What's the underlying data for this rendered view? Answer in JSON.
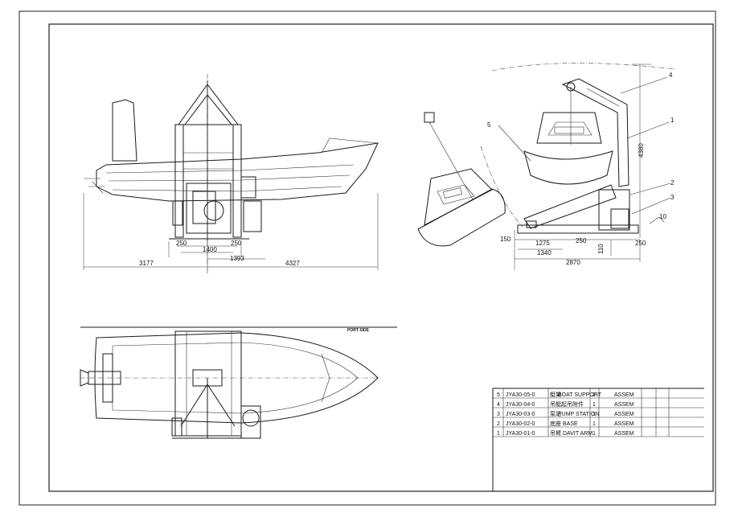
{
  "side_view": {
    "dims": {
      "d1": "250",
      "d2": "1400",
      "d3": "250",
      "d4": "1393",
      "d5": "3177",
      "d6": "4327"
    }
  },
  "end_view": {
    "dims": {
      "d1": "150",
      "d2": "1275",
      "d3": "250",
      "d4": "1340",
      "d5": "2870",
      "d6": "110",
      "d7": "250",
      "d8": "4380"
    },
    "angle_mark": "10",
    "callouts": [
      "1",
      "2",
      "3",
      "4",
      "5"
    ]
  },
  "plan_view": {
    "label": "PORT SIDE"
  },
  "parts_list": [
    {
      "no": "5",
      "code": "JYA30-05-0",
      "cn": "艇架",
      "name": "BOAT SUPPORT",
      "qty": "2",
      "type": "ASSEM"
    },
    {
      "no": "4",
      "code": "JYA30-04-0",
      "cn": "吊艇起吊附件",
      "name": "",
      "qty": "1",
      "type": "ASSEM"
    },
    {
      "no": "3",
      "code": "JYA30-03-0",
      "cn": "泵站",
      "name": "PUMP STATION",
      "qty": "1",
      "type": "ASSEM"
    },
    {
      "no": "2",
      "code": "JYA30-02-0",
      "cn": "底座",
      "name": "BASE",
      "qty": "1",
      "type": "ASSEM"
    },
    {
      "no": "1",
      "code": "JYA30-01-0",
      "cn": "吊臂",
      "name": "DAVIT ARM",
      "qty": "1",
      "type": "ASSEM"
    }
  ]
}
